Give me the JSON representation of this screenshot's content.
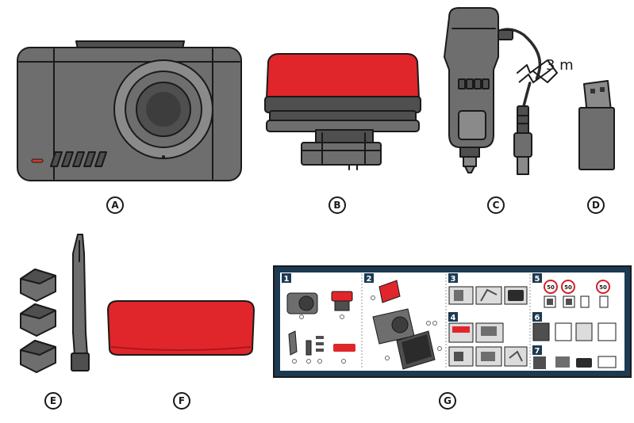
{
  "items": [
    {
      "label": "A",
      "name": "dash-camera"
    },
    {
      "label": "B",
      "name": "windshield-mount"
    },
    {
      "label": "C",
      "name": "car-charger"
    },
    {
      "label": "D",
      "name": "usb-card-reader"
    },
    {
      "label": "E",
      "name": "cable-clips"
    },
    {
      "label": "F",
      "name": "adhesive-pad"
    },
    {
      "label": "G",
      "name": "quick-start-guide"
    }
  ],
  "cable_length": "3 m",
  "guide": {
    "steps": [
      "1",
      "2",
      "3",
      "4",
      "5",
      "6",
      "7"
    ],
    "speed_signs": [
      "50",
      "50",
      "50"
    ]
  },
  "colors": {
    "device_gray": "#6e6e6e",
    "dark_gray": "#4a4a4a",
    "adhesive_red": "#e0262a",
    "guide_blue": "#1c3a52",
    "outline": "#1a1a1a"
  }
}
